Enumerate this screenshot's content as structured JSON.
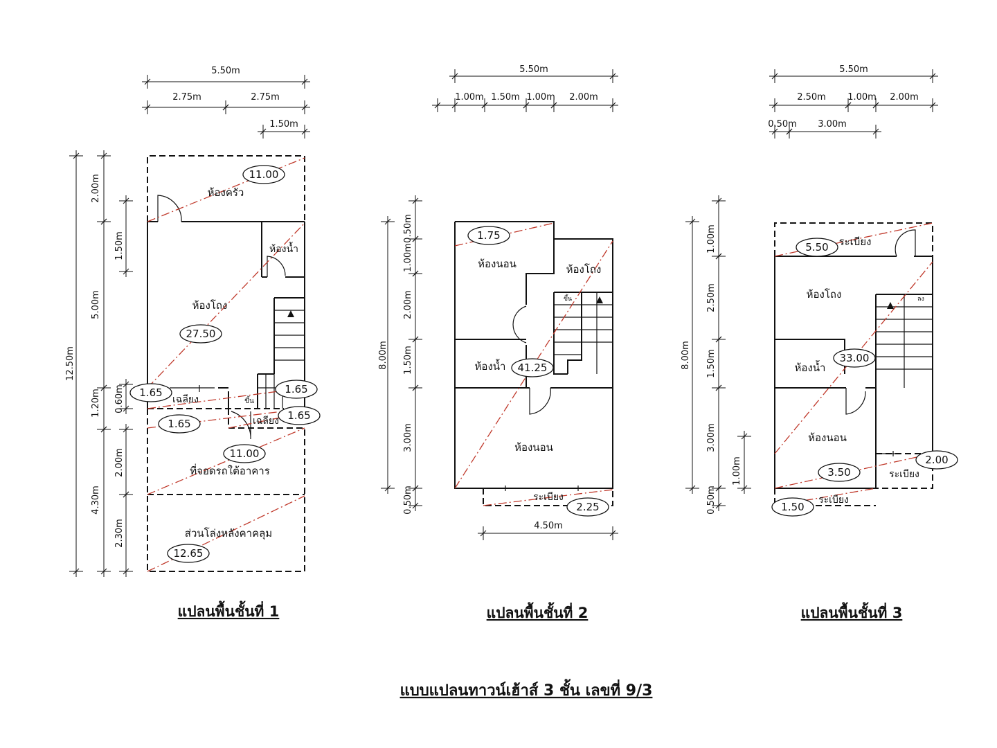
{
  "main_title": "แบบแปลนทาวน์เฮ้าส์ 3 ชั้น เลขที่ 9/3",
  "plans": [
    {
      "title": "แปลนพื้นชั้นที่ 1",
      "dims_top": [
        "5.50m",
        "2.75m",
        "2.75m",
        "1.50m"
      ],
      "dims_left": [
        "12.50m",
        "2.00m",
        "1.50m",
        "5.00m",
        "1.20m",
        "0.60m",
        "2.00m",
        "4.30m",
        "2.30m"
      ],
      "rooms": [
        "ห้องครัว",
        "ห้องน้ำ",
        "ห้องโถง",
        "เฉลียง",
        "ขึ้น",
        "เฉลียง",
        "ที่จอดรถใต้อาคาร",
        "ส่วนโล่งหลังคาคลุม"
      ],
      "areas": [
        "11.00",
        "27.50",
        "1.65",
        "1.65",
        "1.65",
        "1.65",
        "11.00",
        "12.65"
      ]
    },
    {
      "title": "แปลนพื้นชั้นที่ 2",
      "dims_top": [
        "5.50m",
        "1.00m",
        "1.50m",
        "1.00m",
        "2.00m"
      ],
      "dims_left": [
        "8.00m",
        "0.50m",
        "1.00m",
        "2.00m",
        "1.50m",
        "3.00m",
        "0.50m"
      ],
      "dims_bottom": [
        "4.50m"
      ],
      "rooms": [
        "ห้องนอน",
        "ห้องโถง",
        "ขึ้น",
        "ห้องน้ำ",
        "ห้องนอน",
        "ระเบียง"
      ],
      "areas": [
        "1.75",
        "41.25",
        "2.25"
      ]
    },
    {
      "title": "แปลนพื้นชั้นที่ 3",
      "dims_top": [
        "5.50m",
        "2.50m",
        "1.00m",
        "2.00m",
        "0.50m",
        "3.00m"
      ],
      "dims_left": [
        "8.00m",
        "1.00m",
        "2.50m",
        "1.50m",
        "3.00m",
        "0.50m",
        "1.00m"
      ],
      "rooms": [
        "ระเบียง",
        "ห้องโถง",
        "ลง",
        "ห้องน้ำ",
        "ห้องนอน",
        "ระเบียง",
        "ระเบียง"
      ],
      "areas": [
        "5.50",
        "33.00",
        "3.50",
        "2.00",
        "1.50"
      ]
    }
  ],
  "colors": {
    "walls": "#111111",
    "area_lines": "#c0392b"
  }
}
